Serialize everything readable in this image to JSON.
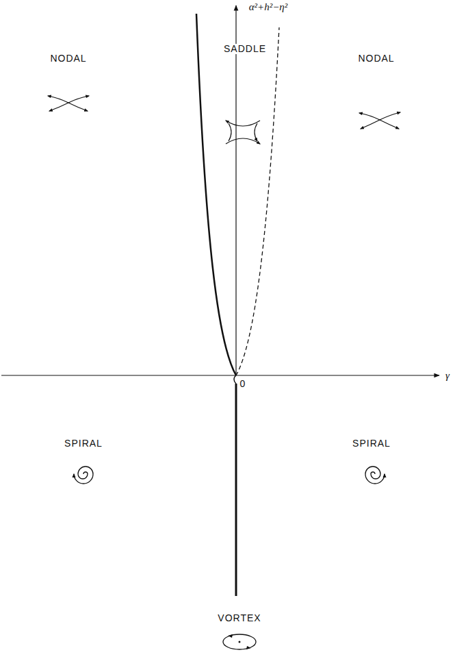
{
  "diagram": {
    "labels": [
      "α²+h²−η²",
      "γ",
      "0",
      "SADDLE",
      "NODAL",
      "NODAL",
      "SPIRAL",
      "SPIRAL",
      "VORTEX"
    ]
  }
}
